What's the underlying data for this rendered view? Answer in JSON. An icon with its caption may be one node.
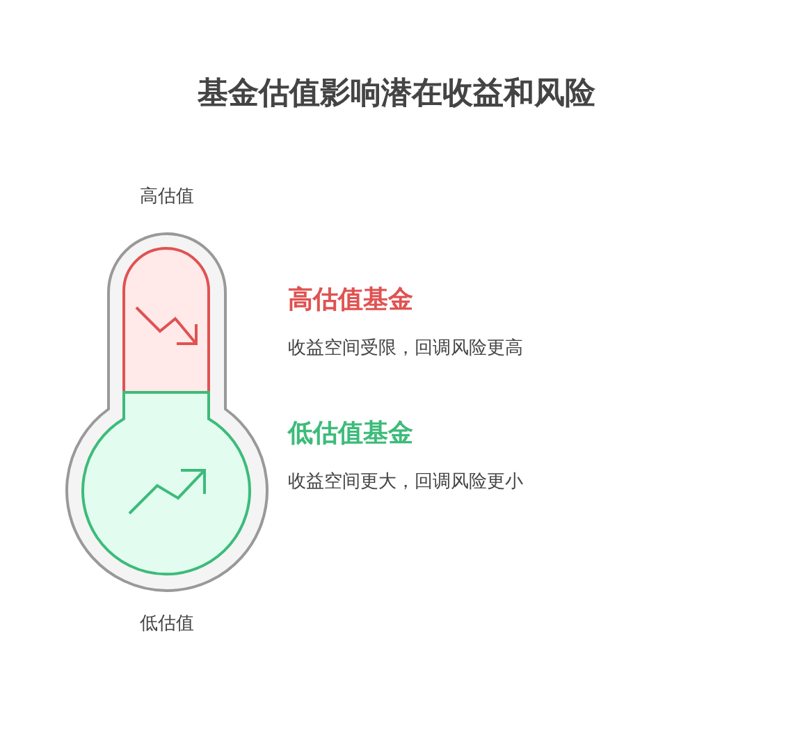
{
  "diagram": {
    "title": "基金估值影响潜在收益和风险",
    "nodes": [
      {
        "text": [
          "高估值基金"
        ]
      },
      {
        "text": [
          "低估值基金"
        ]
      }
    ],
    "labels": [
      "高估值",
      "收益空间受限，回调风险更高",
      "收益空间更大，回调风险更小",
      "低估值"
    ]
  }
}
